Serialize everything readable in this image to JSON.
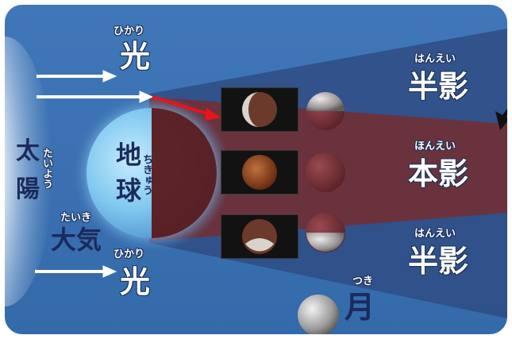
{
  "diagram": {
    "sun": {
      "label": "太陽",
      "reading": "たいよう"
    },
    "light_top": {
      "label": "光",
      "reading": "ひかり"
    },
    "light_bottom": {
      "label": "光",
      "reading": "ひかり"
    },
    "earth": {
      "label": "地球",
      "reading": "ちきゅう"
    },
    "atmosphere": {
      "label": "大気",
      "reading": "たいき"
    },
    "penumbra_top": {
      "label": "半影",
      "reading": "はんえい"
    },
    "umbra": {
      "label": "本影",
      "reading": "ほんえい"
    },
    "penumbra_bottom": {
      "label": "半影",
      "reading": "はんえい"
    },
    "moon": {
      "label": "月",
      "reading": "つき"
    }
  },
  "colors": {
    "background": "#3f77b8",
    "umbra": "#6e3038",
    "penumbra": "#2e4a82",
    "earth_shadow": "#5c1818",
    "arrow_white": "#ffffff",
    "arrow_red": "#e8141b",
    "sun_glow": "#ffffff"
  },
  "moon_photos": [
    "partial-eclipse-top",
    "total-eclipse-red",
    "partial-eclipse-bottom"
  ]
}
